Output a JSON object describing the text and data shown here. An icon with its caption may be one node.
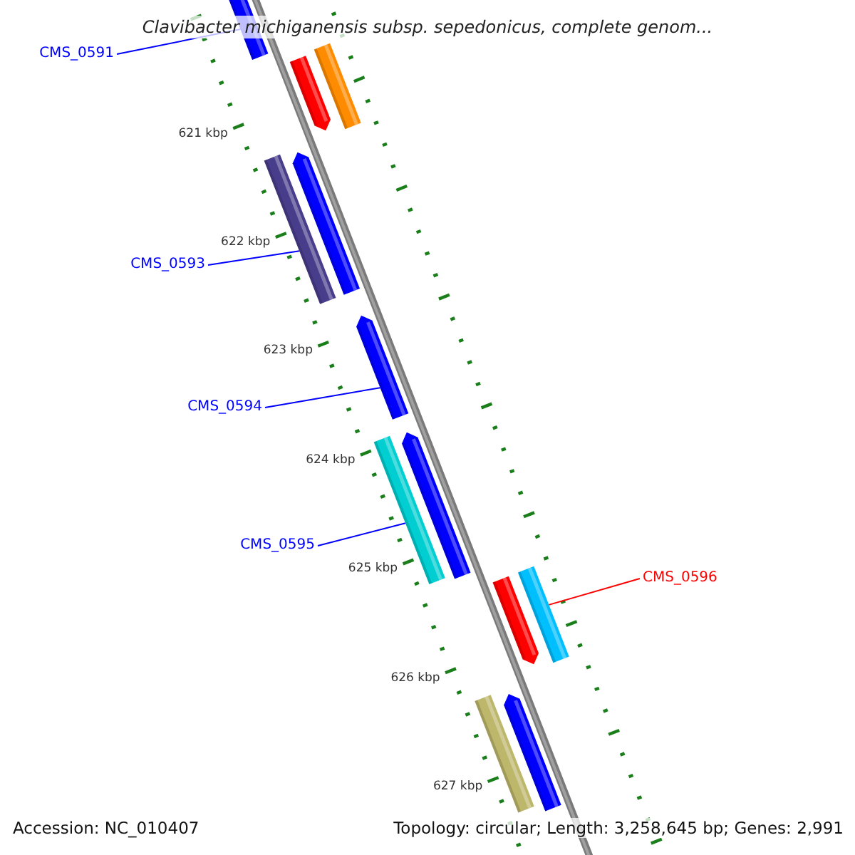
{
  "diagram": {
    "title": "Clavibacter michiganensis subsp. sepedonicus, complete genom...",
    "nodes": [
      {
        "text": [
          "CMS_0591"
        ]
      },
      {
        "text": [
          "CMS_0593"
        ]
      },
      {
        "text": [
          "CMS_0594"
        ]
      },
      {
        "text": [
          "CMS_0595"
        ]
      },
      {
        "text": [
          "CMS_0596"
        ]
      },
      {
        "text": [],
        "shape": "bar"
      },
      {
        "text": [],
        "shape": "bar"
      },
      {
        "text": [],
        "shape": "bar"
      },
      {
        "text": [],
        "shape": "bar"
      },
      {
        "text": [],
        "shape": "bar"
      },
      {
        "text": [],
        "shape": "bar"
      },
      {
        "text": [],
        "shape": "bar"
      },
      {
        "text": [],
        "shape": "bar"
      },
      {
        "text": [],
        "shape": "bar"
      },
      {
        "text": [],
        "shape": "bar"
      },
      {
        "text": [],
        "shape": "bar"
      },
      {
        "text": [],
        "shape": "bar"
      }
    ],
    "edges": [
      {
        "from": 0,
        "to": 5,
        "arrow": "none"
      },
      {
        "from": 1,
        "to": 8,
        "arrow": "none"
      },
      {
        "from": 2,
        "to": 10,
        "arrow": "none"
      },
      {
        "from": 3,
        "to": 11,
        "arrow": "none"
      },
      {
        "from": 4,
        "to": 14,
        "arrow": "none",
        "color": "#ff0000"
      }
    ],
    "labels": [
      "621 kbp",
      "622 kbp",
      "623 kbp",
      "624 kbp",
      "625 kbp",
      "626 kbp",
      "627 kbp",
      "Accession: NC_010407",
      "Topology: circular; Length: 3,258,645 bp; Genes: 2,991"
    ]
  }
}
